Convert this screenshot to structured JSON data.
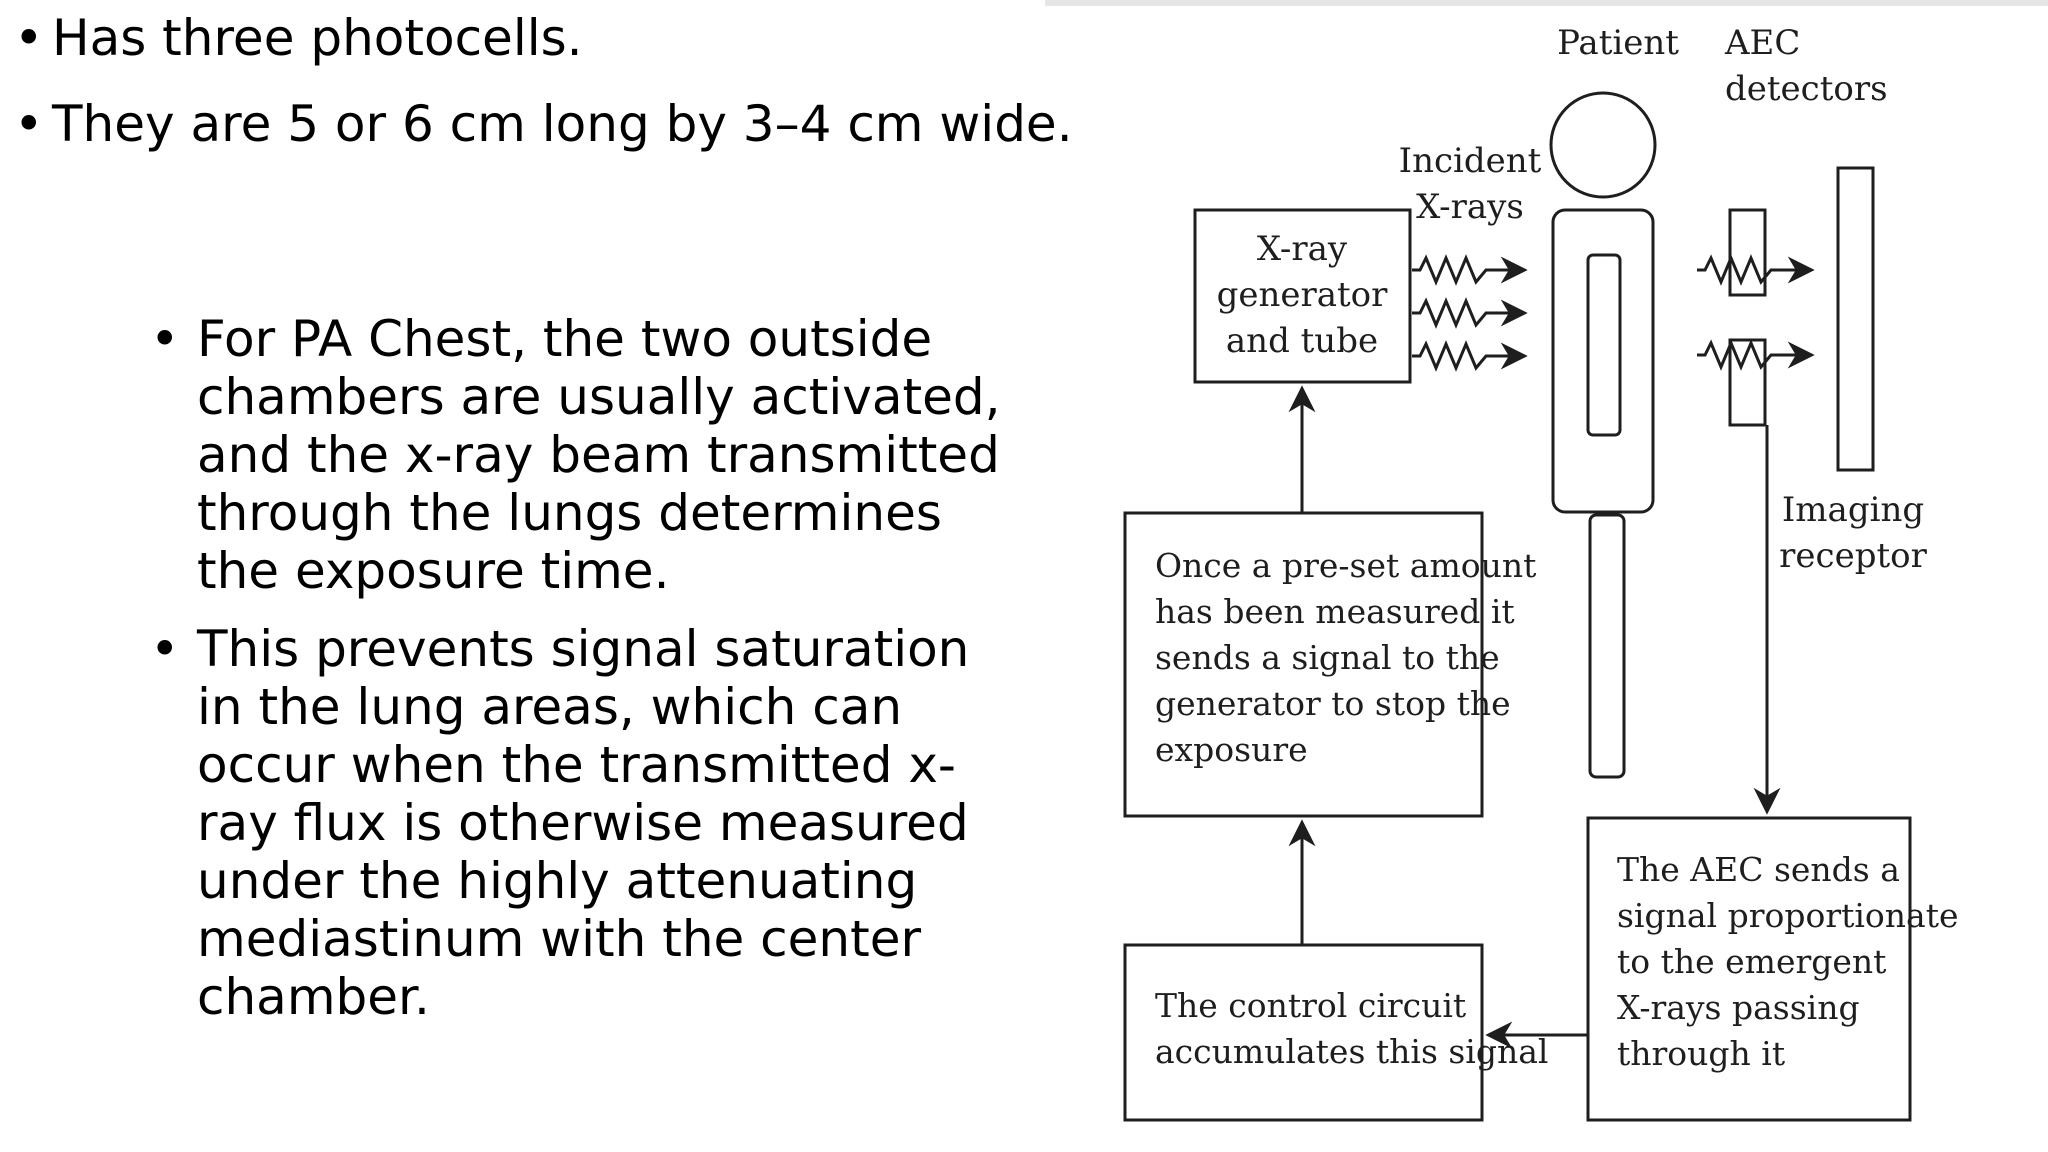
{
  "bullets": [
    {
      "text": " Has three photocells."
    },
    {
      "text": "They are 5 or 6 cm long by 3–4 cm wide."
    }
  ],
  "sub_bullets": [
    {
      "text": " For PA Chest, the two outside chambers are usually activated, and the x-ray beam transmitted through the lungs determines the exposure time."
    },
    {
      "text": "This prevents signal saturation in the lung areas, which can occur when the transmitted x-ray flux is otherwise measured under the highly attenuating mediastinum with the center chamber."
    }
  ],
  "bullet_char": "•",
  "diagram": {
    "labels": {
      "patient": "Patient",
      "aec_1": "AEC",
      "aec_2": "detectors",
      "incident_1": "Incident",
      "incident_2": "X-rays",
      "imaging_1": "Imaging",
      "imaging_2": "receptor"
    },
    "boxes": {
      "generator": [
        "X-ray",
        "generator",
        "and tube"
      ],
      "preset": [
        "Once a pre-set amount",
        "has been measured it",
        "sends a signal to the",
        "generator to stop the",
        "exposure"
      ],
      "control": [
        "The control circuit",
        "accumulates this signal"
      ],
      "aec_sends": [
        "The AEC sends a",
        "signal proportionate",
        "to the emergent",
        "X-rays passing",
        "through it"
      ]
    }
  }
}
